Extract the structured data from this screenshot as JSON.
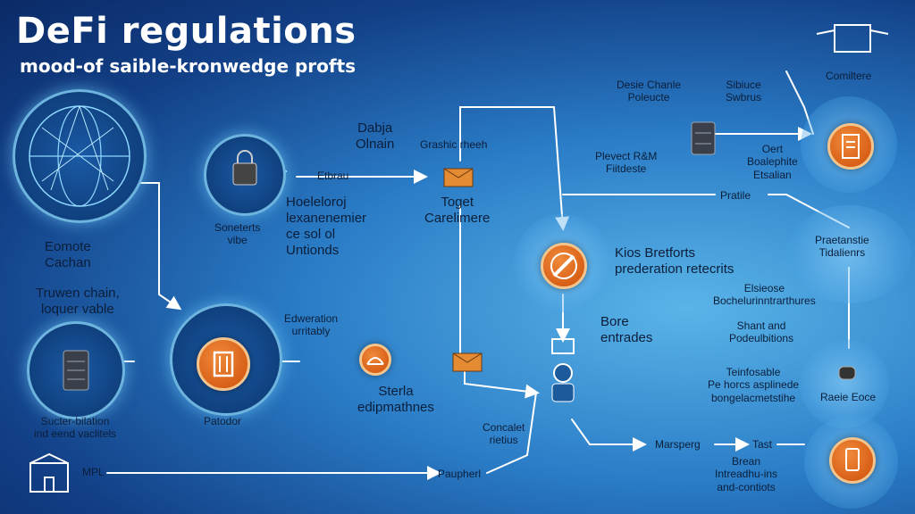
{
  "header": {
    "title": "DeFi regulations",
    "subtitle": "mood-of saible-kronwedge profts"
  },
  "labels": {
    "eomote": "Eomote\nCachan",
    "truwen": "Truwen chain,\nloquer vable",
    "sucter": "Sucter-bilation\nind eend vaclitels",
    "mpl": "MPL",
    "soneterts": "Soneterts\nvibe",
    "etbrau": "Etbrau",
    "hoelo": "Hoeleloroj\nlexanenemier\nce sol ol\nUntionds",
    "dabja": "Dabja\nOlnain",
    "graphic": "Grashic rheeh",
    "toget": "Toget\nCarelimere",
    "edweration": "Edweration\nurritably",
    "strela": "Sterla\nedipmathnes",
    "patoder": "Patodor",
    "paupherl": "Paupherl",
    "concalet": "Concalet\nrietius",
    "kios": "Kios Bretforts\nprederation retecrits",
    "bore": "Bore\nentrades",
    "desie": "Desie Chanle\nPoleucte",
    "sibiuce": "Sibiuce\nSwbrus",
    "plevect": "Plevect R&M\nFiitdeste",
    "oert": "Oert\nBoalephite\nEtsalian",
    "pratile": "Pratile",
    "comiltere": "Comiltere",
    "praetanste": "Praetanstie\nTidalienrs",
    "elsieose": "Elsieose\nBochelurinntrarthures",
    "shant": "Shant and\nPodeulbitions",
    "teinfosable": "Teinfosable\nPe horcs asplinede\nbongelacmetstihe",
    "raeie": "Raeie Eoce",
    "marsperg": "Marsperg",
    "tast": "Tast",
    "brean": "Brean\nIntreadhu-ins\nand-contiots"
  },
  "icons": [
    "globe-network-icon",
    "database-server-icon",
    "lock-chip-icon",
    "wallet-icon",
    "contract-document-icon",
    "bridge-icon",
    "phone-icon",
    "bank-building-icon",
    "robot-agent-icon",
    "token-icon"
  ],
  "colors": {
    "background_center": "#5ab4e8",
    "background_edge": "#0b2a66",
    "node_orange": "#d55a12",
    "ring_glow": "#8cdcff",
    "connector": "#ffffff"
  }
}
